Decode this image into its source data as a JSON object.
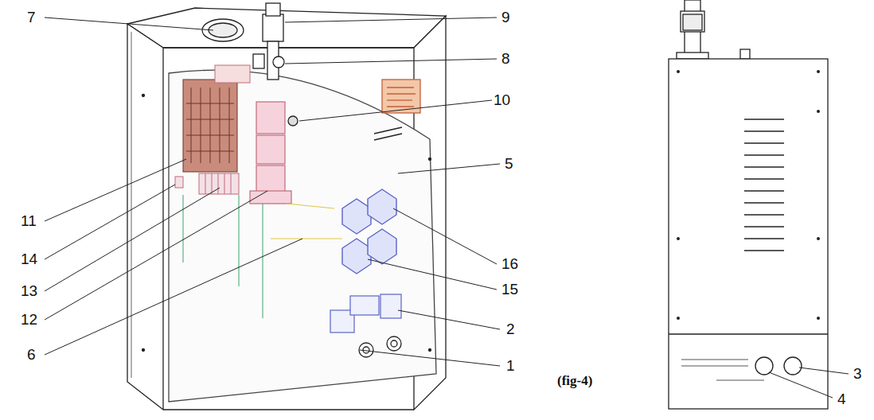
{
  "diagram": {
    "caption": "(fig-4)",
    "labels": [
      "7",
      "9",
      "8",
      "10",
      "11",
      "5",
      "14",
      "16",
      "13",
      "15",
      "12",
      "2",
      "6",
      "1",
      "3",
      "4"
    ]
  }
}
